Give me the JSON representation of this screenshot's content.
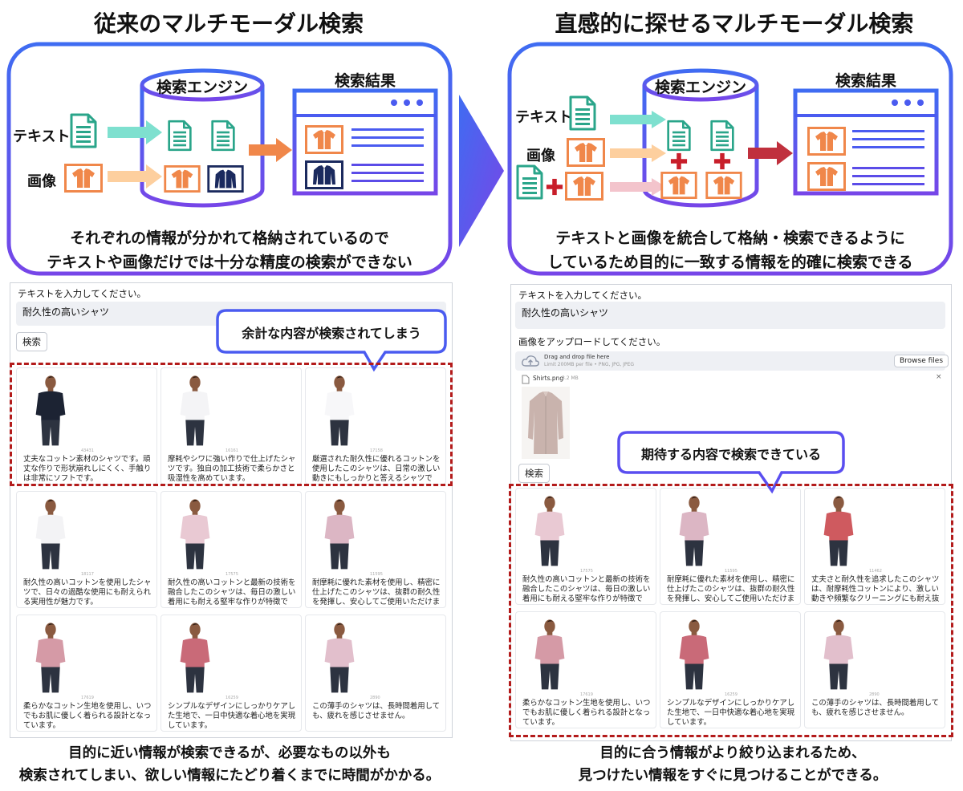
{
  "left": {
    "title": "従来のマルチモーダル検索",
    "engine_label": "検索エンジン",
    "result_label": "検索結果",
    "text_label": "テキスト",
    "image_label": "画像",
    "caption_1": "それぞれの情報が分かれて格納されているので",
    "caption_2": "テキストや画像だけでは十分な精度の検索ができない",
    "app": {
      "prompt": "テキストを入力してください。",
      "query": "耐久性の高いシャツ",
      "search_button": "検索",
      "callout": "余計な内容が検索されてしまう",
      "cards": [
        {
          "desc": "丈夫なコットン素材のシャツです。頑丈な作りで形状崩れしにくく、手触りは非常にソフトです。",
          "shirt": "#1c2333",
          "tag": "43431"
        },
        {
          "desc": "摩耗やシワに強い作りで仕上げたシャツです。独自の加工技術で柔らかさと吸湿性を高めています。",
          "shirt": "#f4f4f6",
          "tag": "16161"
        },
        {
          "desc": "厳選された耐久性に優れるコットンを使用したこのシャツは、日常の激しい動きにもしっかりと答えるシャツです。",
          "shirt": "#f7f7f9",
          "tag": "17158"
        },
        {
          "desc": "耐久性の高いコットンを使用したシャツで、日々の過酷な使用にも耐えられる実用性が魅力です。",
          "shirt": "#f3f3f5",
          "tag": "18117"
        },
        {
          "desc": "耐久性の高いコットンと最新の技術を融合したこのシャツは、毎日の激しい着用にも耐える堅牢な作りが特徴です。",
          "shirt": "#e9c9d3",
          "tag": "17575"
        },
        {
          "desc": "耐摩耗に優れた素材を使用し、精密に仕上げたこのシャツは、抜群の耐久性を発揮し、安心してご使用いただけます。",
          "shirt": "#dcb6c4",
          "tag": "11595"
        },
        {
          "desc": "柔らかなコットン生地を使用し、いつでもお肌に優しく着られる設計となっています。",
          "shirt": "#d59aa6",
          "tag": "17619"
        },
        {
          "desc": "シンプルなデザインにしっかりケアした生地で、一日中快適な着心地を実現しています。",
          "shirt": "#c96a78",
          "tag": "16259"
        },
        {
          "desc": "この薄手のシャツは、長時間着用しても、疲れを感じさせません。",
          "shirt": "#e2bfcc",
          "tag": "2890"
        }
      ]
    },
    "bottom_1": "目的に近い情報が検索できるが、必要なもの以外も",
    "bottom_2": "検索されてしまい、欲しい情報にたどり着くまでに時間がかかる。"
  },
  "right": {
    "title": "直感的に探せるマルチモーダル検索",
    "engine_label": "検索エンジン",
    "result_label": "検索結果",
    "text_label": "テキスト",
    "image_label": "画像",
    "caption_1": "テキストと画像を統合して格納・検索できるように",
    "caption_2": "しているため目的に一致する情報を的確に検索できる",
    "app": {
      "prompt": "テキストを入力してください。",
      "query": "耐久性の高いシャツ",
      "upload_prompt": "画像をアップロードしてください。",
      "drop_title": "Drag and drop file here",
      "drop_limit": "Limit 200MB per file • PNG, JPG, JPEG",
      "browse_button": "Browse files",
      "file_name": "Shirts.png",
      "file_size": "3.2 MB",
      "remove_icon": "×",
      "search_button": "検索",
      "callout": "期待する内容で検索できている",
      "cards": [
        {
          "desc": "耐久性の高いコットンと最新の技術を融合したこのシャツは、毎日の激しい着用にも耐える堅牢な作りが特徴です。",
          "shirt": "#e9c9d3",
          "tag": "17575"
        },
        {
          "desc": "耐摩耗に優れた素材を使用し、精密に仕上げたこのシャツは、抜群の耐久性を発揮し、安心してご使用いただけます。",
          "shirt": "#dcb6c4",
          "tag": "11595"
        },
        {
          "desc": "丈夫さと耐久性を追求したこのシャツは、耐摩耗性コットンにより、激しい動きや頻繁なクリーニングにも耐え抜きます。",
          "shirt": "#cf5a5f",
          "tag": "11462"
        },
        {
          "desc": "柔らかなコットン生地を使用し、いつでもお肌に優しく着られる設計となっています。",
          "shirt": "#d59aa6",
          "tag": "17619"
        },
        {
          "desc": "シンプルなデザインにしっかりケアした生地で、一日中快適な着心地を実現しています。",
          "shirt": "#c96a78",
          "tag": "16259"
        },
        {
          "desc": "この薄手のシャツは、長時間着用しても、疲れを感じさせません。",
          "shirt": "#e2bfcc",
          "tag": "2890"
        }
      ]
    },
    "bottom_1": "目的に合う情報がより絞り込まれるため、",
    "bottom_2": "見つけたい情報をすぐに見つけることができる。"
  },
  "colors": {
    "panel_border": "#4d57f2",
    "doc_green": "#2aa58a",
    "shirt_orange": "#f0874a",
    "shirt_navy": "#1b2a5e",
    "arrow_teal": "#7ee0cf",
    "arrow_peach": "#fdcf9e",
    "arrow_pink": "#f3c4cc",
    "arrow_orange": "#f0874a",
    "arrow_red": "#c0303d",
    "plus_red": "#c81e2a",
    "dash_red": "#b31b1b"
  }
}
